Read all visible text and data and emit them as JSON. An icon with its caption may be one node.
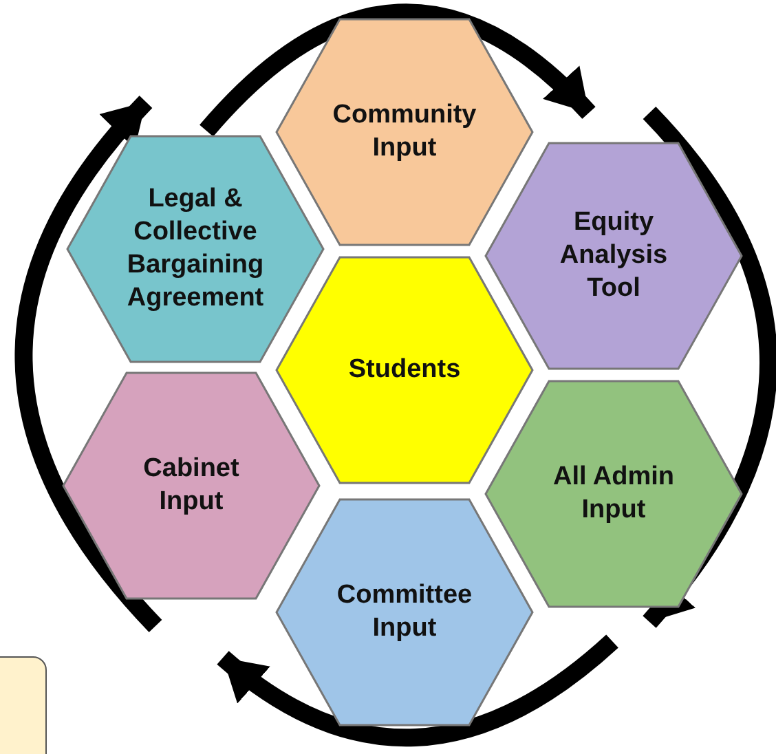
{
  "diagram": {
    "nodes": [
      {
        "text": [
          "Community Input"
        ]
      },
      {
        "text": [
          "Legal & Collective Bargaining Agreement"
        ]
      },
      {
        "text": [
          "Equity Analysis Tool"
        ]
      },
      {
        "text": [
          "Students"
        ]
      },
      {
        "text": [
          "Cabinet Input"
        ]
      },
      {
        "text": [
          "All Admin Input"
        ]
      },
      {
        "text": [
          "Committee Input"
        ]
      }
    ],
    "edges": [
      {
        "from": 1,
        "to": 2,
        "arrow": "to"
      },
      {
        "from": 2,
        "to": 5,
        "arrow": "to"
      },
      {
        "from": 5,
        "to": 4,
        "arrow": "to"
      },
      {
        "from": 4,
        "to": 1,
        "arrow": "to"
      }
    ]
  }
}
